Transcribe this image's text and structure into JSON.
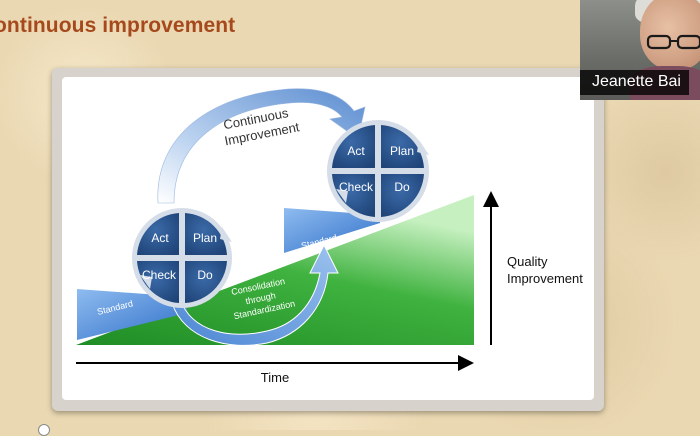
{
  "slide": {
    "title": "ontinuous improvement"
  },
  "diagram": {
    "continuous_improvement_label": [
      "Continuous",
      "Improvement"
    ],
    "pdca_upper": {
      "act": "Act",
      "plan": "Plan",
      "check": "Check",
      "do": "Do"
    },
    "pdca_lower": {
      "act": "Act",
      "plan": "Plan",
      "check": "Check",
      "do": "Do"
    },
    "standard_lower": "Standard",
    "standard_upper": "Standard",
    "consolidation_label": [
      "Consolidation",
      "through",
      "Standardization"
    ],
    "y_axis_label": [
      "Quality",
      "Improvement"
    ],
    "x_axis_label": "Time"
  },
  "webcam": {
    "participant_name": "Jeanette Bai"
  },
  "colors": {
    "title": "#a64a1d",
    "pdca_fill": "#2e5a93",
    "arrow_blue": "#5c8fd0",
    "ramp_green": "#2f9f2f",
    "wedge_blue": "#3f7fd6"
  }
}
